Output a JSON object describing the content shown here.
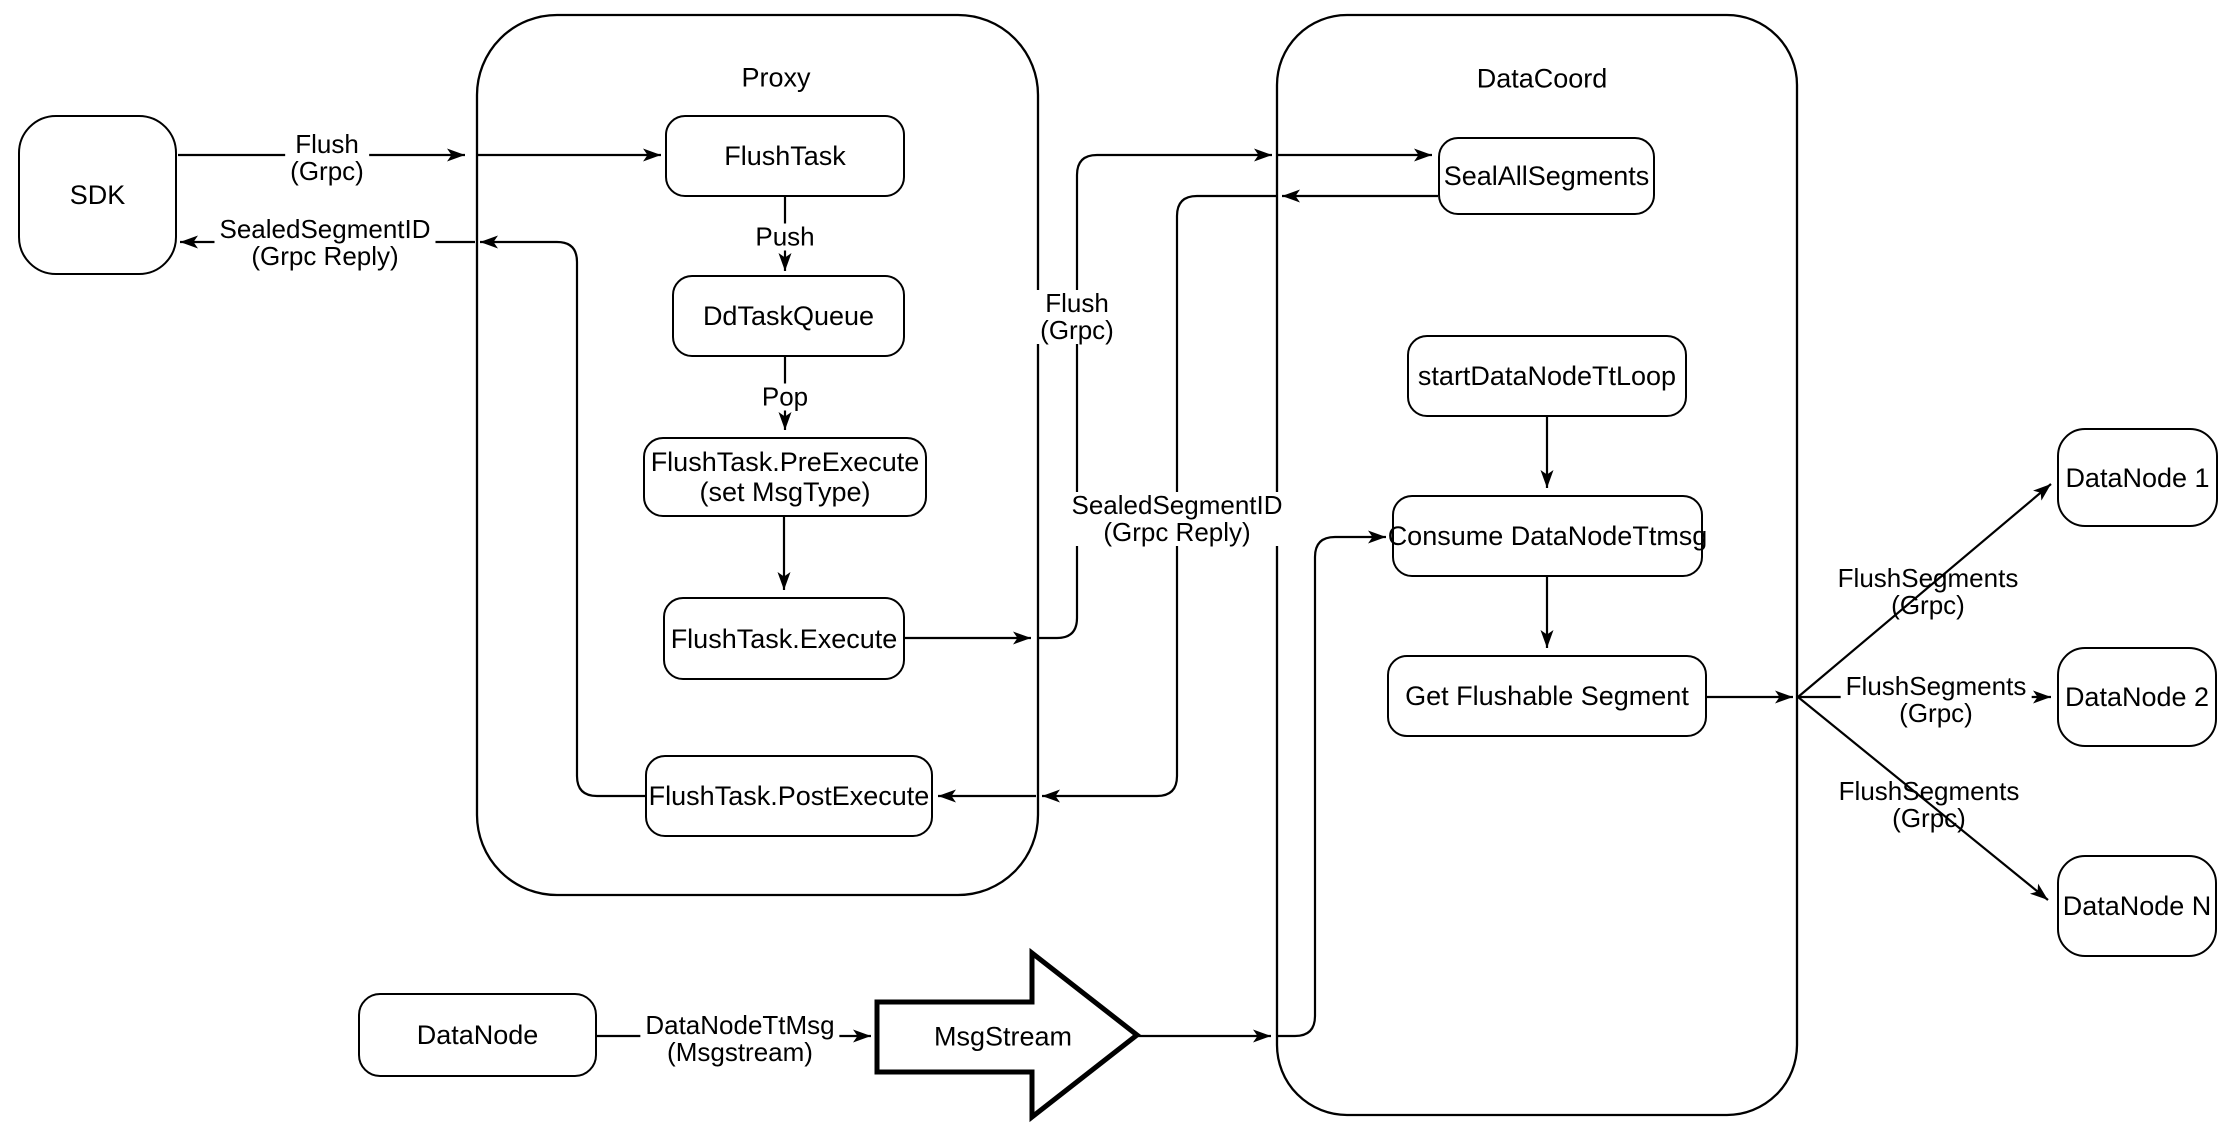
{
  "diagram": {
    "containers": {
      "proxy": {
        "label": "Proxy"
      },
      "datacoord": {
        "label": "DataCoord"
      }
    },
    "nodes": {
      "sdk": {
        "label": "SDK"
      },
      "flush_task": {
        "label": "FlushTask"
      },
      "dd_task_queue": {
        "label": "DdTaskQueue"
      },
      "pre_execute": {
        "line1": "FlushTask.PreExecute",
        "line2": "(set MsgType)"
      },
      "execute": {
        "label": "FlushTask.Execute"
      },
      "post_execute": {
        "label": "FlushTask.PostExecute"
      },
      "seal_all_segments": {
        "label": "SealAllSegments"
      },
      "start_datanode_tt_loop": {
        "label": "startDataNodeTtLoop"
      },
      "consume_datanode_ttmsg": {
        "label": "Consume DataNodeTtmsg"
      },
      "get_flushable_segment": {
        "label": "Get Flushable Segment"
      },
      "datanode_1": {
        "label": "DataNode 1"
      },
      "datanode_2": {
        "label": "DataNode 2"
      },
      "datanode_n": {
        "label": "DataNode N"
      },
      "datanode_source": {
        "label": "DataNode"
      },
      "msgstream": {
        "label": "MsgStream"
      }
    },
    "edge_labels": {
      "flush_sdk": {
        "line1": "Flush",
        "line2": "(Grpc)"
      },
      "sealed_sdk": {
        "line1": "SealedSegmentID",
        "line2": "(Grpc Reply)"
      },
      "push": {
        "text": "Push"
      },
      "pop": {
        "text": "Pop"
      },
      "flush_mid": {
        "line1": "Flush",
        "line2": "(Grpc)"
      },
      "sealed_mid": {
        "line1": "SealedSegmentID",
        "line2": "(Grpc Reply)"
      },
      "flush_segments_1": {
        "line1": "FlushSegments",
        "line2": "(Grpc)"
      },
      "flush_segments_2": {
        "line1": "FlushSegments",
        "line2": "(Grpc)"
      },
      "flush_segments_n": {
        "line1": "FlushSegments",
        "line2": "(Grpc)"
      },
      "datanode_ttmsg": {
        "line1": "DataNodeTtMsg",
        "line2": "(Msgstream)"
      }
    },
    "colors": {
      "stroke": "#000000",
      "background": "#ffffff"
    }
  }
}
